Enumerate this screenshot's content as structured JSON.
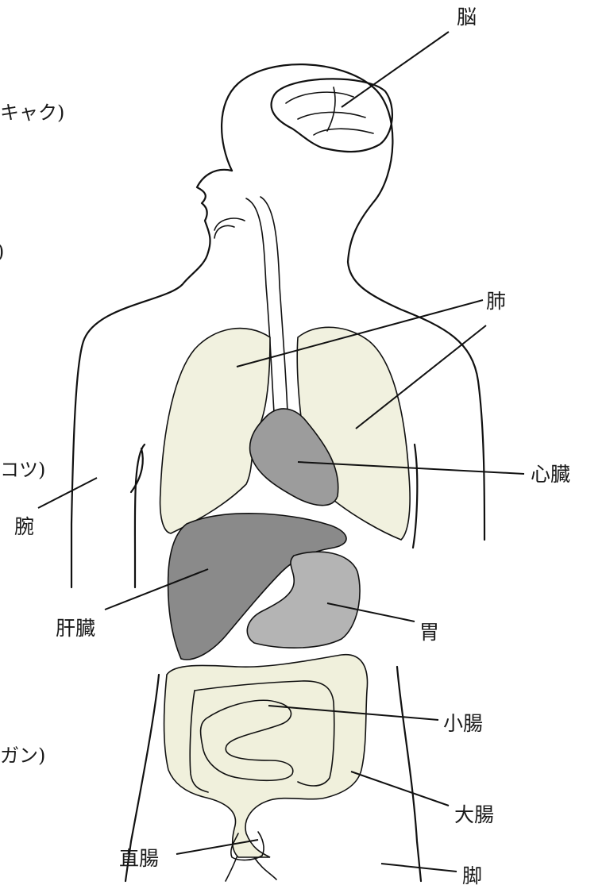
{
  "labels": {
    "brain": "脳",
    "lungs": "肺",
    "heart": "心臓",
    "arm": "腕",
    "liver": "肝臓",
    "stomach": "胃",
    "small_intestine": "小腸",
    "large_intestine": "大腸",
    "rectum": "直腸",
    "leg": "脚"
  },
  "edge_text": {
    "line1": "キャク)",
    "line2": ")",
    "line3": "コツ)",
    "line4": "ガン)"
  },
  "colors": {
    "lung_fill": "#f1f1df",
    "heart_fill": "#9c9c9c",
    "liver_fill": "#8a8a8a",
    "stomach_fill": "#b4b4b4",
    "intestine_fill": "#f0f0dc"
  }
}
